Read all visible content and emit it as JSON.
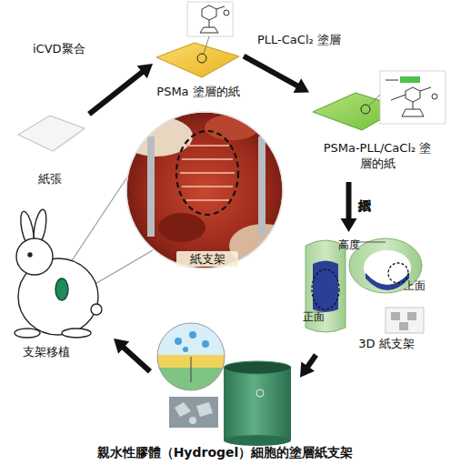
{
  "diagram": {
    "nodes": [
      {
        "text": [
          "紙張"
        ]
      },
      {
        "text": [
          "PSMa 塗層的紙"
        ]
      },
      {
        "text": [
          "PSMa-PLL/CaCl₂ 塗層的紙"
        ]
      },
      {
        "text": [
          "3D 紙支架"
        ]
      },
      {
        "text": [
          "親水性膠體（Hydrogel）細胞的塗層紙支架"
        ]
      },
      {
        "text": [
          "支架移植"
        ]
      },
      {
        "text": [
          "紙支架"
        ]
      }
    ],
    "edges": [
      {
        "from": 0,
        "to": 1,
        "arrow": "to",
        "label": "iCVD聚合"
      },
      {
        "from": 1,
        "to": 2,
        "arrow": "to",
        "label": "PLL-CaCl₂ 塗層"
      },
      {
        "from": 2,
        "to": 3,
        "arrow": "to",
        "label": "摺紙"
      },
      {
        "from": 3,
        "to": 4,
        "arrow": "to"
      },
      {
        "from": 4,
        "to": 5,
        "arrow": "to"
      }
    ],
    "labels": [
      "高度",
      "上面",
      "正面"
    ]
  }
}
